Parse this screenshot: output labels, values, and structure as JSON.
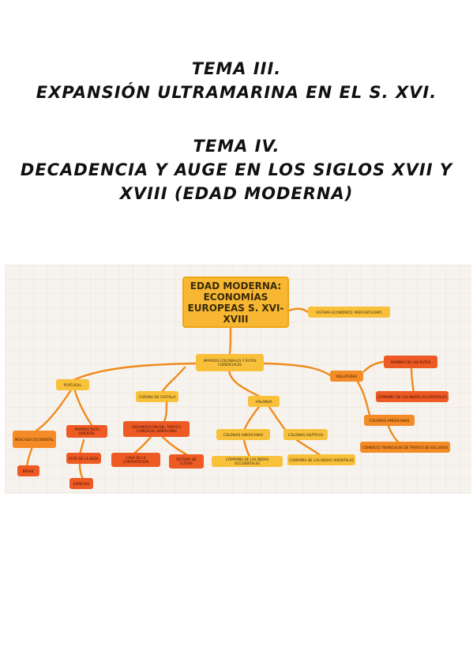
{
  "titles": {
    "tema3_heading": "TEMA III.",
    "tema3_subtitle": "EXPANSIÓN ULTRAMARINA EN EL S. XVI.",
    "tema4_heading": "TEMA IV.",
    "tema4_subtitle_line1": "DECADENCIA Y AUGE EN LOS SIGLOS XVII Y",
    "tema4_subtitle_line2": "XVIII (EDAD MODERNA)"
  },
  "map": {
    "root": "EDAD MODERNA: ECONOMÍAS EUROPEAS S. XVI-XVIII",
    "sistema": "SISTEMA ECONÓMICO: MERCANTILISMO",
    "imperios": "IMPERIOS COLONIALES Y RUTAS COMERCIALES",
    "portugal": "PORTUGAL",
    "mercado": "MERCADO OCCIDENTAL",
    "brasil": "BRASIL",
    "primera_ruta": "PRIMERA RUTA ORIENTAL",
    "ruta_seda": "RUTA DE LA SEDA",
    "especias": "ESPECIAS",
    "corona": "CORONA DE CASTILLA",
    "organizacion": "ORGANIZACIÓN DEL TRÁFICO COMERCIAL AMERICANO",
    "casa": "CASA DE LA CONTRATACIÓN",
    "flotas": "SISTEMA DE FLOTAS",
    "holanda": "HOLANDA",
    "colonias_americanas_h": "COLONIAS AMERICANAS",
    "compania_occ_h": "COMPAÑÍA DE LAS INDIAS OCCIDENTALES",
    "colonias_asiaticas": "COLONIAS ASIÁTICAS",
    "compania_ori": "COMPAÑÍA DE LAS INDIAS ORIENTALES",
    "inglaterra": "INGLATERRA",
    "dominio": "DOMINIO DE LAS RUTAS",
    "compania_occ_i": "COMPAÑÍA DE LAS INDIAS OCCIDENTALES",
    "colonias_americanas_i": "COLONIAS AMERICANAS",
    "comercio": "COMERCIO TRIANGULAR DE TRÁFICO DE ESCLAVOS"
  }
}
